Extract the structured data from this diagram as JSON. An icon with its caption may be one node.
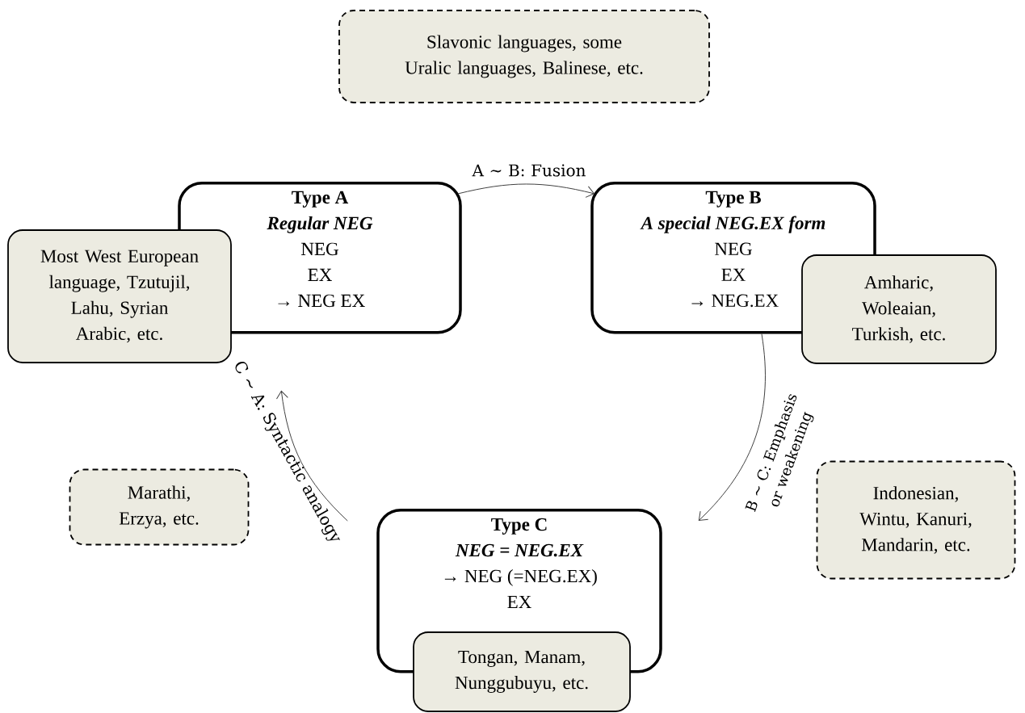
{
  "diagram": {
    "nodes": [
      {
        "text": [
          "Slavonic languages, some Uralic languages, Balinese, etc."
        ]
      },
      {
        "text": [
          "Type A",
          "Regular NEG",
          "NEG",
          "EX",
          "→ NEG EX"
        ]
      },
      {
        "text": [
          "Most West European language, Tzutujil, Lahu, Syrian Arabic, etc."
        ]
      },
      {
        "text": [
          "Type B",
          "A special NEG.EX form",
          "NEG",
          "EX",
          "→ NEG.EX"
        ]
      },
      {
        "text": [
          "Amharic, Woleaian, Turkish, etc."
        ]
      },
      {
        "text": [
          "Marathi, Erzya, etc."
        ]
      },
      {
        "text": [
          "Type C",
          "NEG = NEG.EX",
          "→ NEG (=NEG.EX)",
          "EX"
        ]
      },
      {
        "text": [
          "Tongan, Manam, Nunggubuyu, etc."
        ]
      },
      {
        "text": [
          "Indonesian, Wintu, Kanuri, Mandarin, etc."
        ]
      }
    ],
    "edges": [
      {
        "from": 1,
        "to": 3,
        "arrow": "to",
        "label": "A ∼ B: Fusion"
      },
      {
        "from": 3,
        "to": 6,
        "arrow": "to",
        "label": "B ∼ C: Emphasis or weakening"
      },
      {
        "from": 6,
        "to": 1,
        "arrow": "to",
        "label": "C ∼ A: Syntactic analogy"
      }
    ]
  }
}
